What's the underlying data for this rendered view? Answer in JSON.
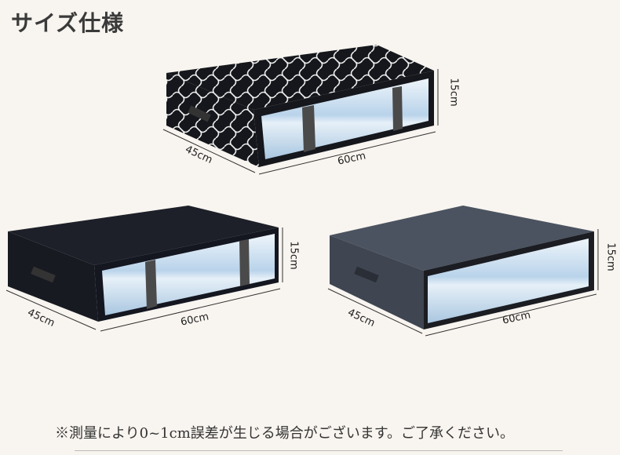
{
  "title": "サイズ仕様",
  "products": [
    {
      "name": "patterned",
      "height": "15cm",
      "depth": "45cm",
      "width": "60cm"
    },
    {
      "name": "black",
      "height": "15cm",
      "depth": "45cm",
      "width": "60cm"
    },
    {
      "name": "grey",
      "height": "15cm",
      "depth": "45cm",
      "width": "60cm"
    }
  ],
  "note": "※測量により0~1cm誤差が生じる場合がございます。ご了承ください。",
  "colors": {
    "background": "#f8f4ef",
    "black_box": "#1c1f26",
    "grey_box": "#4a5260",
    "window": "#d6e6f2"
  }
}
